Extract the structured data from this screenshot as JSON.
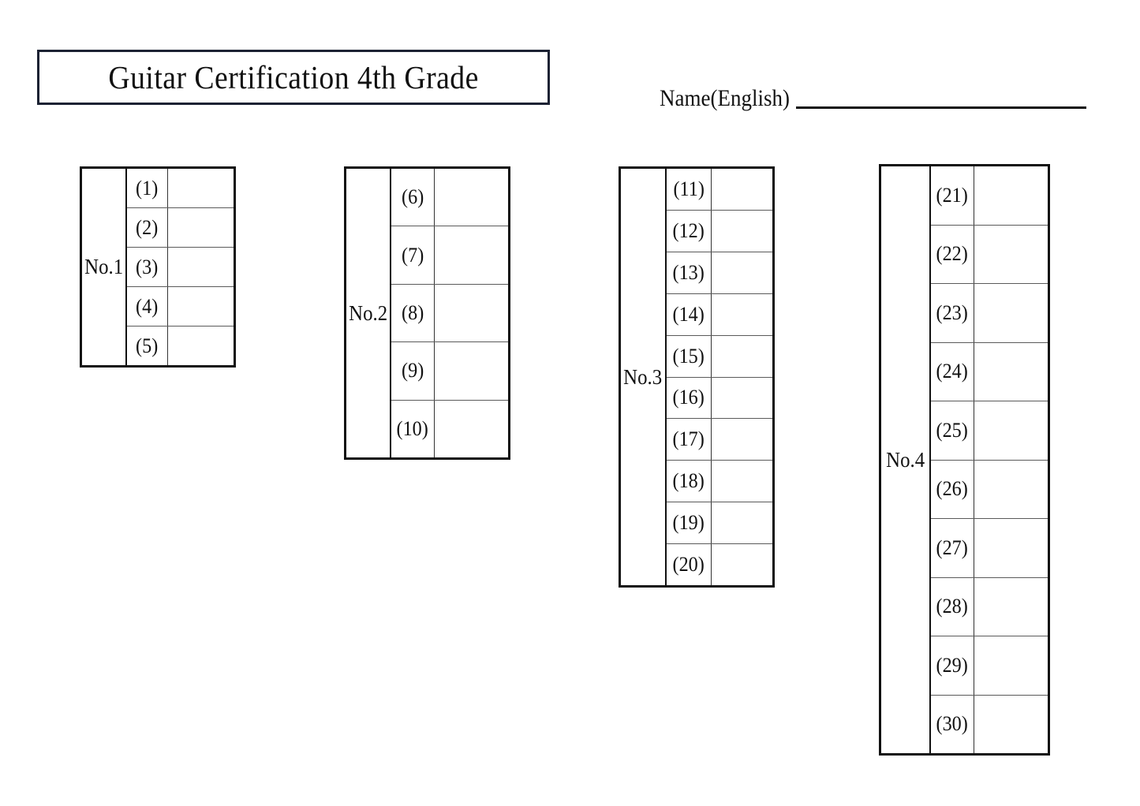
{
  "document": {
    "title": "Guitar Certification 4th Grade",
    "name_field": {
      "label": "Name(English)",
      "value": "",
      "placeholder": ""
    }
  },
  "tables": [
    {
      "id": "no1",
      "label": "No.1",
      "rows": [
        {
          "number": "(1)",
          "answer": ""
        },
        {
          "number": "(2)",
          "answer": ""
        },
        {
          "number": "(3)",
          "answer": ""
        },
        {
          "number": "(4)",
          "answer": ""
        },
        {
          "number": "(5)",
          "answer": ""
        }
      ]
    },
    {
      "id": "no2",
      "label": "No.2",
      "rows": [
        {
          "number": "(6)",
          "answer": ""
        },
        {
          "number": "(7)",
          "answer": ""
        },
        {
          "number": "(8)",
          "answer": ""
        },
        {
          "number": "(9)",
          "answer": ""
        },
        {
          "number": "(10)",
          "answer": ""
        }
      ]
    },
    {
      "id": "no3",
      "label": "No.3",
      "rows": [
        {
          "number": "(11)",
          "answer": ""
        },
        {
          "number": "(12)",
          "answer": ""
        },
        {
          "number": "(13)",
          "answer": ""
        },
        {
          "number": "(14)",
          "answer": ""
        },
        {
          "number": "(15)",
          "answer": ""
        },
        {
          "number": "(16)",
          "answer": ""
        },
        {
          "number": "(17)",
          "answer": ""
        },
        {
          "number": "(18)",
          "answer": ""
        },
        {
          "number": "(19)",
          "answer": ""
        },
        {
          "number": "(20)",
          "answer": ""
        }
      ]
    },
    {
      "id": "no4",
      "label": "No.4",
      "rows": [
        {
          "number": "(21)",
          "answer": ""
        },
        {
          "number": "(22)",
          "answer": ""
        },
        {
          "number": "(23)",
          "answer": ""
        },
        {
          "number": "(24)",
          "answer": ""
        },
        {
          "number": "(25)",
          "answer": ""
        },
        {
          "number": "(26)",
          "answer": ""
        },
        {
          "number": "(27)",
          "answer": ""
        },
        {
          "number": "(28)",
          "answer": ""
        },
        {
          "number": "(29)",
          "answer": ""
        },
        {
          "number": "(30)",
          "answer": ""
        }
      ]
    }
  ],
  "colors": {
    "page_background": "#ffffff",
    "ink": "#111111",
    "title_border": "#1c2233",
    "table_border": "#111111",
    "inner_rule": "#5a5a5a"
  }
}
